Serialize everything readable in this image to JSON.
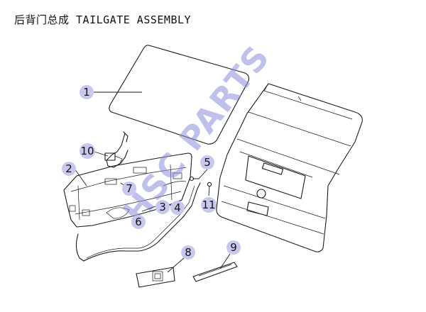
{
  "title": "后背门总成 TAILGATE ASSEMBLY",
  "watermark": "HSC PARTS",
  "callouts": [
    {
      "id": "1",
      "label": "1"
    },
    {
      "id": "2",
      "label": "2"
    },
    {
      "id": "3",
      "label": "3"
    },
    {
      "id": "4",
      "label": "4"
    },
    {
      "id": "5",
      "label": "5"
    },
    {
      "id": "6",
      "label": "6"
    },
    {
      "id": "7",
      "label": "7"
    },
    {
      "id": "8",
      "label": "8"
    },
    {
      "id": "9",
      "label": "9"
    },
    {
      "id": "10",
      "label": "10"
    },
    {
      "id": "11",
      "label": "11"
    }
  ],
  "colors": {
    "bubble": "#c8c8ee",
    "line": "#1a1a1a",
    "watermark": "#8c8cdc"
  }
}
